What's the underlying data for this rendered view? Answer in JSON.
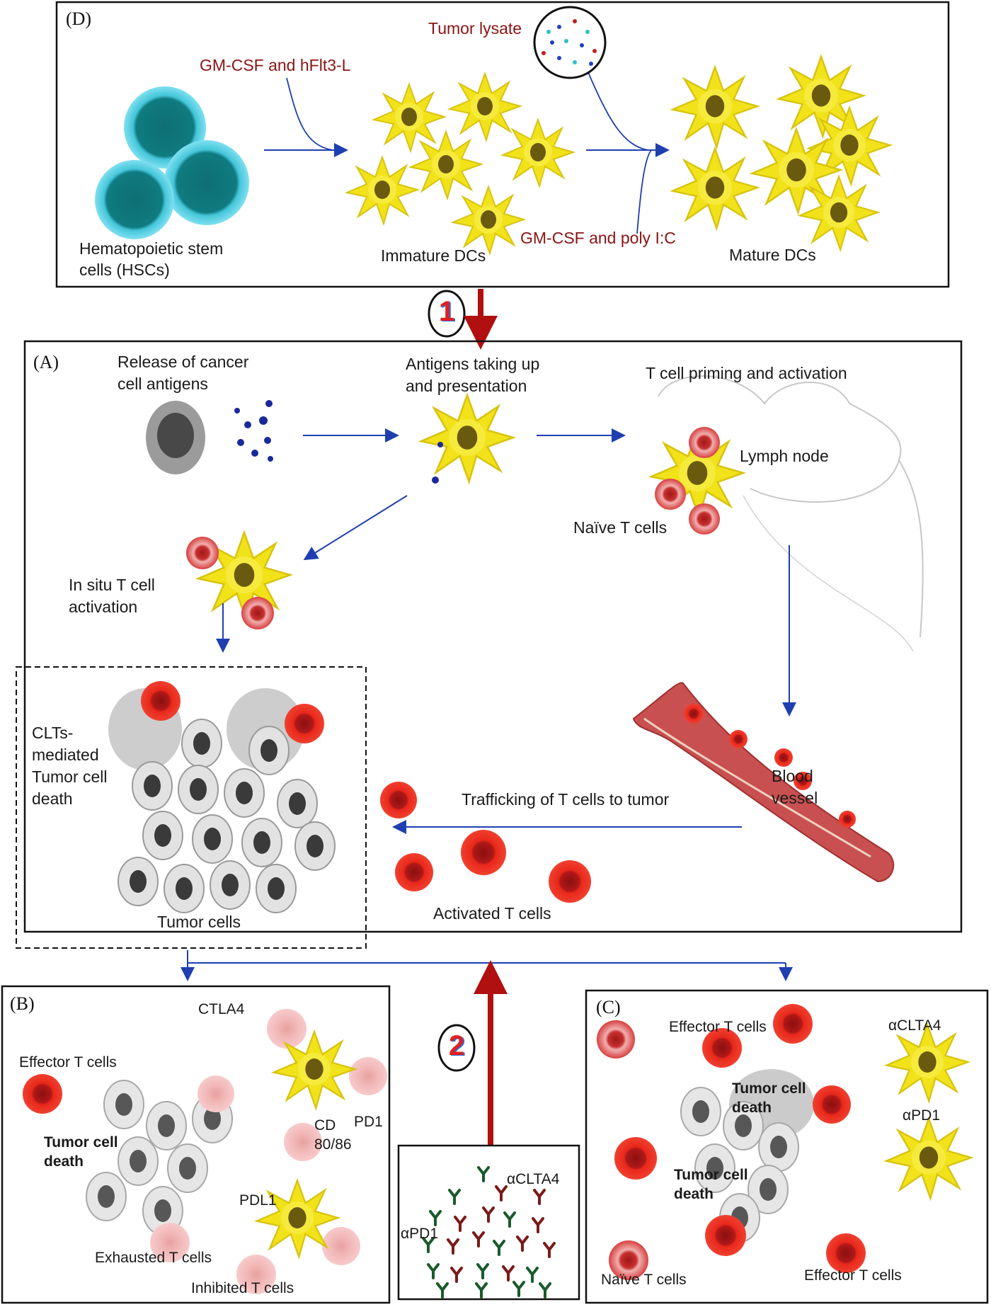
{
  "panel_d": {
    "tag": "(D)",
    "tumor_lysate": "Tumor lysate",
    "gmcsf_flt3": "GM-CSF and hFlt3-L",
    "gmcsf_polyic": "GM-CSF and poly I:C",
    "hsc_line1": "Hematopoietic stem",
    "hsc_line2": "cells (HSCs)",
    "immature": "Immature DCs",
    "mature": "Mature DCs"
  },
  "step1": "1",
  "step2": "2",
  "panel_a": {
    "tag": "(A)",
    "release_line1": "Release of cancer",
    "release_line2": "cell antigens",
    "antigen_line1": "Antigens taking up",
    "antigen_line2": "and presentation",
    "priming": "T cell priming and activation",
    "lymph": "Lymph node",
    "naive": "Naïve T cells",
    "insitu_line1": "In situ T cell",
    "insitu_line2": "activation",
    "clts_line1": "CLTs-",
    "clts_line2": "mediated",
    "clts_line3": "Tumor cell",
    "clts_line4": "death",
    "blood_line1": "Blood",
    "blood_line2": "vessel",
    "trafficking": "Trafficking of T cells to tumor",
    "tumor_cells": "Tumor cells",
    "activated": "Activated T cells"
  },
  "panel_b": {
    "tag": "(B)",
    "ctla4": "CTLA4",
    "effector": "Effector T cells",
    "cd_line1": "CD",
    "cd_line2": "80/86",
    "pd1": "PD1",
    "death_line1": "Tumor cell",
    "death_line2": "death",
    "pdl1": "PDL1",
    "exhausted": "Exhausted T cells",
    "inhibited": "Inhibited T cells"
  },
  "antibody_box": {
    "actla4": "αCLTA4",
    "apd1": "αPD1"
  },
  "panel_c": {
    "tag": "(C)",
    "effector_top": "Effector T cells",
    "actla4": "αCLTA4",
    "death1_line1": "Tumor cell",
    "death1_line2": "death",
    "apd1": "αPD1",
    "death2_line1": "Tumor cell",
    "death2_line2": "death",
    "naive": "Naïve T cells",
    "effector_bottom": "Effector T cells"
  },
  "colors": {
    "arrow_blue": "#1f3fb0",
    "step_arrow_red": "#b01010",
    "label_red": "#8b1414",
    "dc_yellow": "#f2e21a",
    "hsc_cyan": "#3fc3d8",
    "tcell_red": "#e8281a"
  }
}
